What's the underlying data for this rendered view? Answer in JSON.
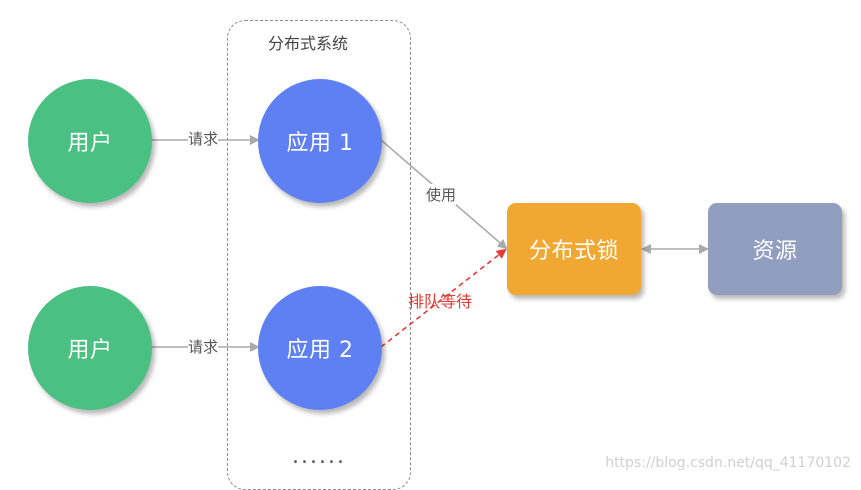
{
  "diagram": {
    "group_title": "分布式系统",
    "nodes": {
      "user1": "用户",
      "user2": "用户",
      "app1": "应用 1",
      "app2": "应用 2",
      "lock": "分布式锁",
      "resource": "资源"
    },
    "edge_labels": {
      "request1": "请求",
      "request2": "请求",
      "use": "使用",
      "queue": "排队等待"
    },
    "ellipsis": "......",
    "colors": {
      "user": "#4ac083",
      "app": "#5f80f2",
      "lock": "#f0a833",
      "resource": "#919ebf",
      "edge": "#aaaaaa",
      "queue_edge": "#e53935"
    }
  },
  "watermark": "https://blog.csdn.net/qq_41170102"
}
